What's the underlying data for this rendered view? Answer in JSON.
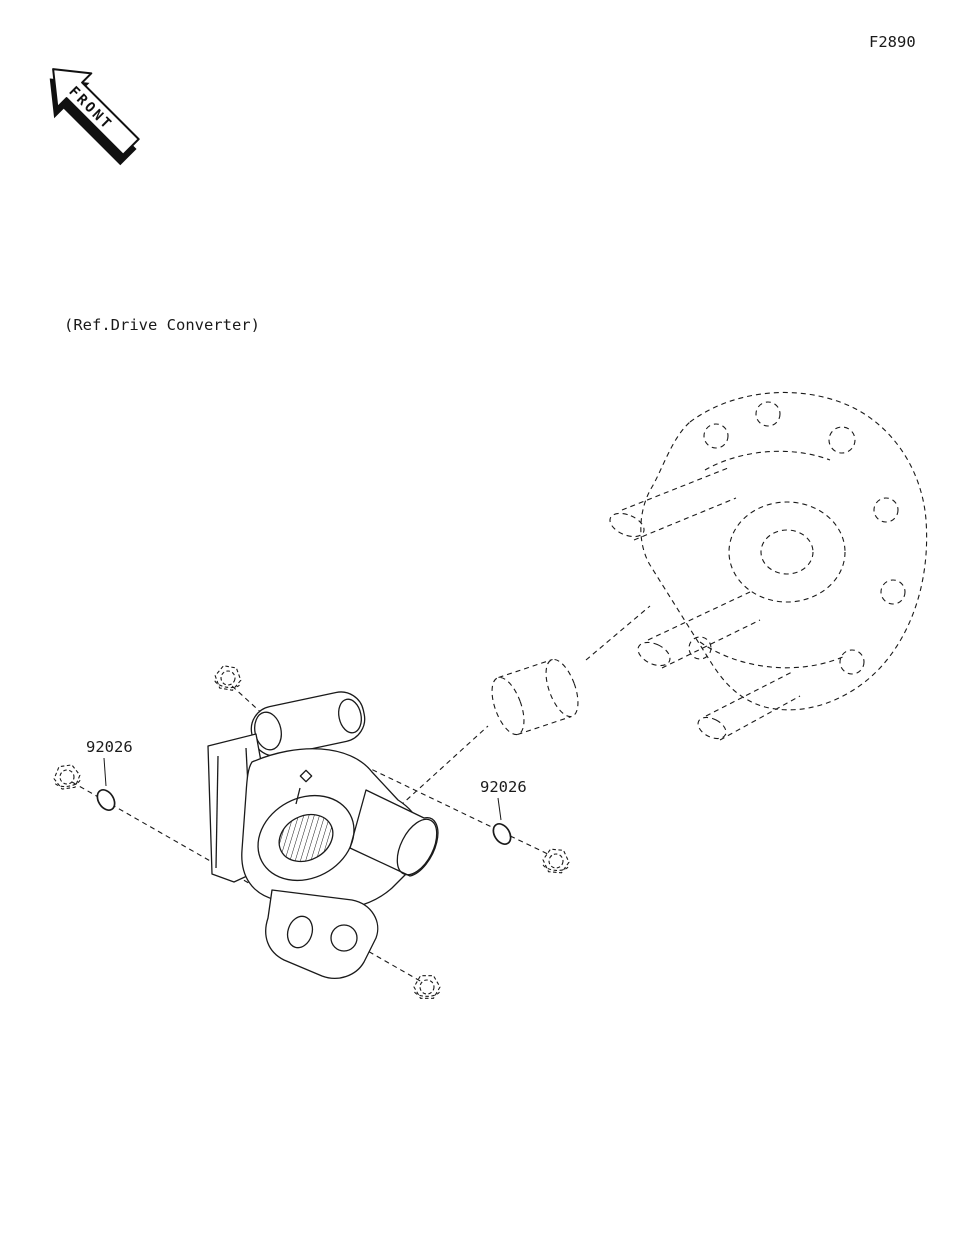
{
  "page": {
    "figure_code": "F2890",
    "reference_label": "(Ref.Drive Converter)",
    "background_color": "#ffffff",
    "line_color": "#1a1a1a"
  },
  "front_marker": {
    "label": "FRONT"
  },
  "parts": [
    {
      "part_number": "92026",
      "shape": "o-ring"
    },
    {
      "part_number": "92026",
      "shape": "o-ring"
    }
  ],
  "reference_components": [
    "drive-converter-housing",
    "bushing",
    "mounting-bracket",
    "flange-nut-top",
    "flange-nut-left",
    "flange-nut-right",
    "flange-nut-bottom"
  ]
}
